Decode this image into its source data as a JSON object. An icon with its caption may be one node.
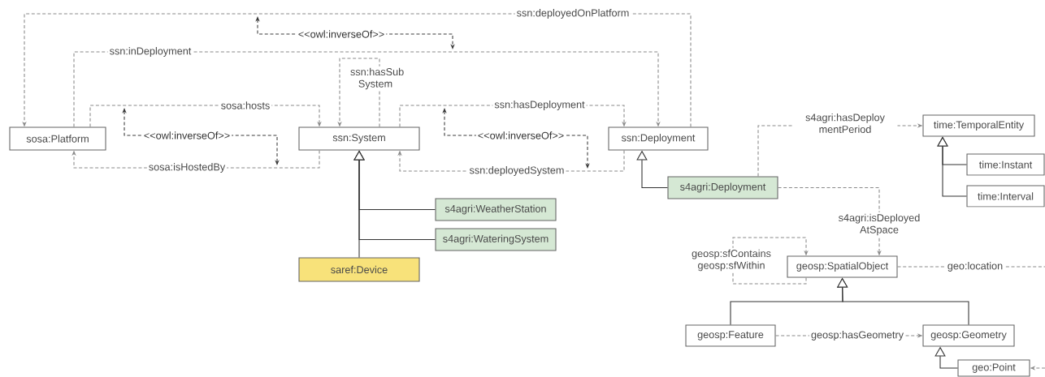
{
  "diagram": {
    "nodes": [
      {
        "text": [
          "sosa:Platform"
        ]
      },
      {
        "text": [
          "ssn:System"
        ]
      },
      {
        "text": [
          "ssn:Deployment"
        ]
      },
      {
        "text": [
          "s4agri:Deployment"
        ]
      },
      {
        "text": [
          "s4agri:WeatherStation"
        ]
      },
      {
        "text": [
          "s4agri:WateringSystem"
        ]
      },
      {
        "text": [
          "saref:Device"
        ]
      },
      {
        "text": [
          "time:TemporalEntity"
        ]
      },
      {
        "text": [
          "time:Instant"
        ]
      },
      {
        "text": [
          "time:Interval"
        ]
      },
      {
        "text": [
          "geosp:SpatialObject"
        ]
      },
      {
        "text": [
          "geosp:Feature"
        ]
      },
      {
        "text": [
          "geosp:Geometry"
        ]
      },
      {
        "text": [
          "geo:Point"
        ]
      }
    ],
    "edges": [
      {
        "from": 2,
        "to": 0,
        "arrow": "to",
        "label": "ssn:deployedOnPlatform",
        "style": "dashed"
      },
      {
        "from": 0,
        "to": 2,
        "arrow": "to",
        "label": "ssn:inDeployment",
        "style": "dashed"
      },
      {
        "from": 1,
        "to": 1,
        "arrow": "to",
        "label": "ssn:hasSub System",
        "style": "dashed"
      },
      {
        "from": 0,
        "to": 1,
        "arrow": "to",
        "label": "sosa:hosts",
        "style": "dashed"
      },
      {
        "from": 1,
        "to": 0,
        "arrow": "to",
        "label": "sosa:isHostedBy",
        "style": "dashed"
      },
      {
        "from": 1,
        "to": 2,
        "arrow": "to",
        "label": "ssn:hasDeployment",
        "style": "dashed"
      },
      {
        "from": 2,
        "to": 1,
        "arrow": "to",
        "label": "ssn:deployedSystem",
        "style": "dashed"
      },
      {
        "from": 6,
        "to": 1,
        "arrow": "to",
        "color": "#333333"
      },
      {
        "from": 4,
        "to": 1,
        "arrow": "to",
        "color": "#333333"
      },
      {
        "from": 5,
        "to": 1,
        "arrow": "to",
        "color": "#333333"
      },
      {
        "from": 3,
        "to": 2,
        "arrow": "to",
        "color": "#333333"
      },
      {
        "from": 3,
        "to": 7,
        "arrow": "to",
        "label": "s4agri:hasDeploy mentPeriod",
        "style": "dashed"
      },
      {
        "from": 8,
        "to": 7,
        "arrow": "to",
        "color": "#333333"
      },
      {
        "from": 9,
        "to": 7,
        "arrow": "to",
        "color": "#333333"
      },
      {
        "from": 3,
        "to": 10,
        "arrow": "to",
        "label": "s4agri:isDeployed AtSpace",
        "style": "dashed"
      },
      {
        "from": 10,
        "to": 10,
        "arrow": "to",
        "label": "geosp:sfContains geosp:sfWithin",
        "style": "dashed"
      },
      {
        "from": 10,
        "to": null,
        "arrow": "none",
        "label": "geo:location",
        "style": "dashed"
      },
      {
        "from": 11,
        "to": 10,
        "arrow": "to",
        "color": "#333333"
      },
      {
        "from": 12,
        "to": 10,
        "arrow": "to",
        "color": "#333333"
      },
      {
        "from": 11,
        "to": 12,
        "arrow": "to",
        "label": "geosp:hasGeometry",
        "style": "dashed"
      },
      {
        "from": 13,
        "to": 12,
        "arrow": "to",
        "color": "#333333"
      },
      {
        "from": null,
        "to": 13,
        "arrow": "to",
        "style": "dashed"
      }
    ],
    "labels": [
      "<<owl:inverseOf>>",
      "<<owl:inverseOf>>",
      "<<owl:inverseOf>>"
    ]
  }
}
